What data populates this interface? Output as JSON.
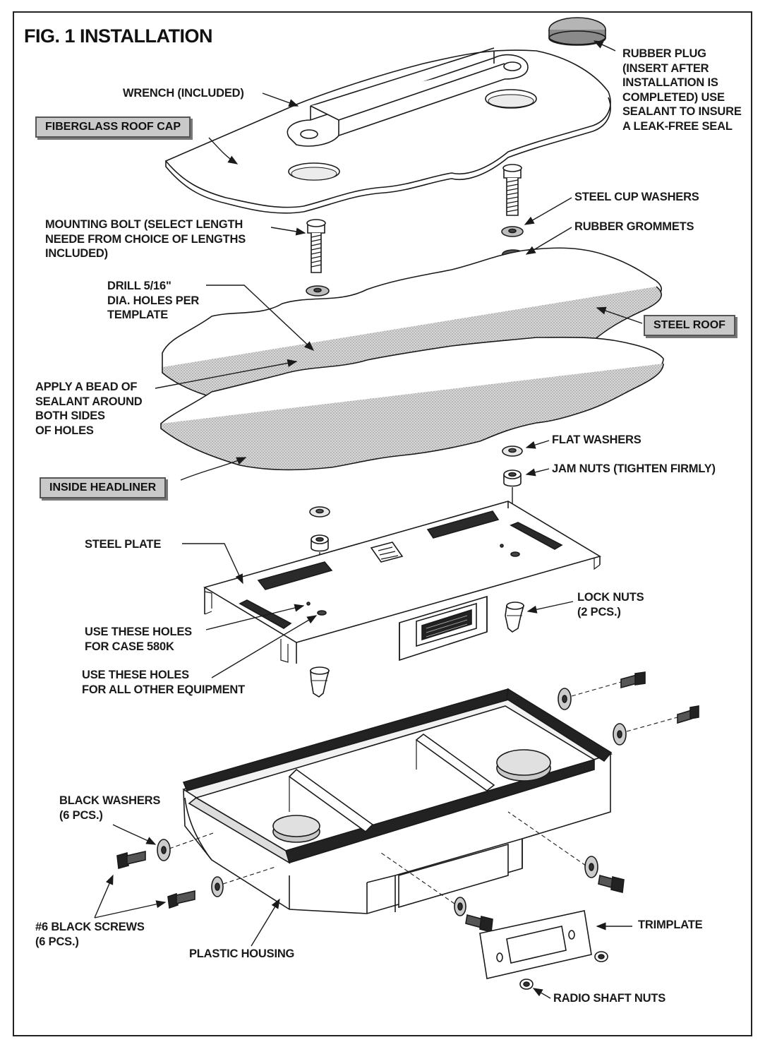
{
  "figure": {
    "title": "FIG. 1 INSTALLATION"
  },
  "callouts": {
    "rubber_plug": "RUBBER PLUG\n(INSERT AFTER\nINSTALLATION IS\nCOMPLETED) USE\nSEALANT TO INSURE\nA LEAK-FREE SEAL",
    "wrench": "WRENCH (INCLUDED)",
    "steel_cup_washers": "STEEL CUP WASHERS",
    "rubber_grommets": "RUBBER GROMMETS",
    "mounting_bolt": "MOUNTING BOLT (SELECT LENGTH\nNEEDE FROM CHOICE OF LENGTHS\nINCLUDED)",
    "drill_holes": "DRILL 5/16\"\nDIA. HOLES PER\nTEMPLATE",
    "apply_sealant": "APPLY A BEAD OF\nSEALANT AROUND\nBOTH SIDES\nOF HOLES",
    "flat_washers": "FLAT WASHERS",
    "jam_nuts": "JAM NUTS (TIGHTEN FIRMLY)",
    "steel_plate": "STEEL PLATE",
    "lock_nuts": "LOCK NUTS\n(2 PCS.)",
    "holes_case_580k": "USE THESE HOLES\nFOR CASE 580K",
    "holes_other_equipment": "USE THESE HOLES\nFOR ALL OTHER EQUIPMENT",
    "black_washers": "BLACK WASHERS\n(6 PCS.)",
    "black_screws": "#6 BLACK SCREWS\n(6 PCS.)",
    "plastic_housing": "PLASTIC HOUSING",
    "trimplate": "TRIMPLATE",
    "radio_shaft_nuts": "RADIO SHAFT NUTS"
  },
  "boxed_labels": {
    "fiberglass_roof_cap": "FIBERGLASS ROOF CAP",
    "steel_roof": "STEEL ROOF",
    "inside_headliner": "INSIDE HEADLINER"
  },
  "colors": {
    "ink": "#1a1a1a",
    "label_fill": "#c9c9c9",
    "part_shade": "#9a9a9a",
    "gasket": "#222222"
  }
}
